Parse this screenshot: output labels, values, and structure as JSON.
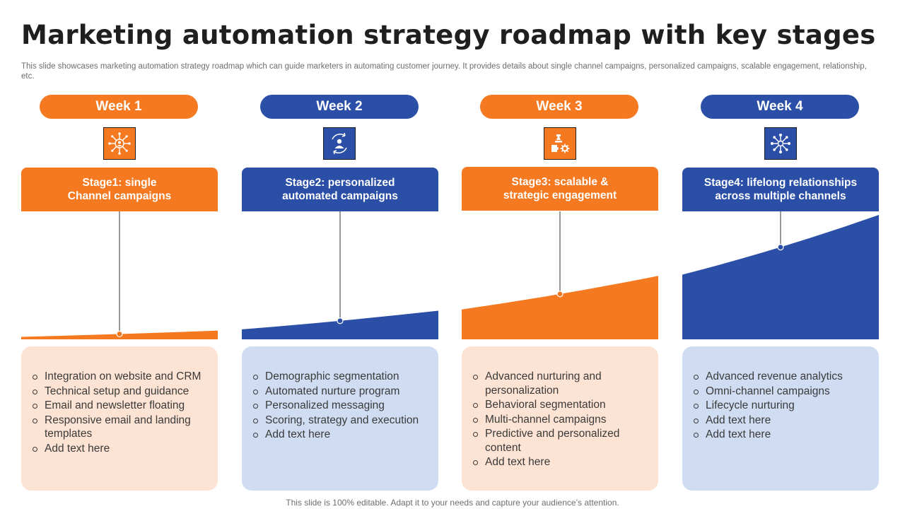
{
  "title": "Marketing automation strategy roadmap with key stages",
  "subtitle": "This slide showcases marketing automation strategy roadmap which can guide marketers in automating customer journey. It provides details about single channel campaigns, personalized campaigns, scalable engagement, relationship, etc.",
  "footer": "This slide is 100% editable. Adapt it to your needs and capture your audience’s attention.",
  "colors": {
    "orange": "#f47920",
    "blue": "#2b4fa7",
    "orange_light": "#fde3d3",
    "blue_light": "#d0dcf2"
  },
  "columns": [
    {
      "week": "Week 1",
      "icon": "network-user-icon",
      "color": "orange",
      "stage_line1": "Stage1: single",
      "stage_line2": "Channel campaigns",
      "progress": [
        0.02,
        0.07
      ],
      "items": [
        "Integration  on website and CRM",
        "Technical setup and guidance",
        "Email and newsletter floating",
        "Responsive email and landing templates",
        "Add text here"
      ]
    },
    {
      "week": "Week 2",
      "icon": "user-cycle-icon",
      "color": "blue",
      "stage_line1": "Stage2: personalized",
      "stage_line2": "automated campaigns",
      "progress": [
        0.08,
        0.23
      ],
      "items": [
        "Demographic segmentation",
        "Automated nurture  program",
        "Personalized messaging",
        "Scoring, strategy and execution",
        "Add text here"
      ]
    },
    {
      "week": "Week 3",
      "icon": "strategy-pieces-icon",
      "color": "orange",
      "stage_line1": "Stage3: scalable &",
      "stage_line2": "strategic engagement",
      "progress": [
        0.24,
        0.51
      ],
      "items": [
        "Advanced nurturing  and personalization",
        "Behavioral segmentation",
        "Multi-channel  campaigns",
        "Predictive and personalized content",
        "Add text here"
      ]
    },
    {
      "week": "Week 4",
      "icon": "hub-network-icon",
      "color": "blue",
      "stage_line1": "Stage4: lifelong relationships",
      "stage_line2": "across multiple channels",
      "progress": [
        0.52,
        1.0
      ],
      "items": [
        "Advanced revenue analytics",
        "Omni-channel  campaigns",
        "Lifecycle nurturing",
        "Add text here",
        "Add text here"
      ]
    }
  ]
}
